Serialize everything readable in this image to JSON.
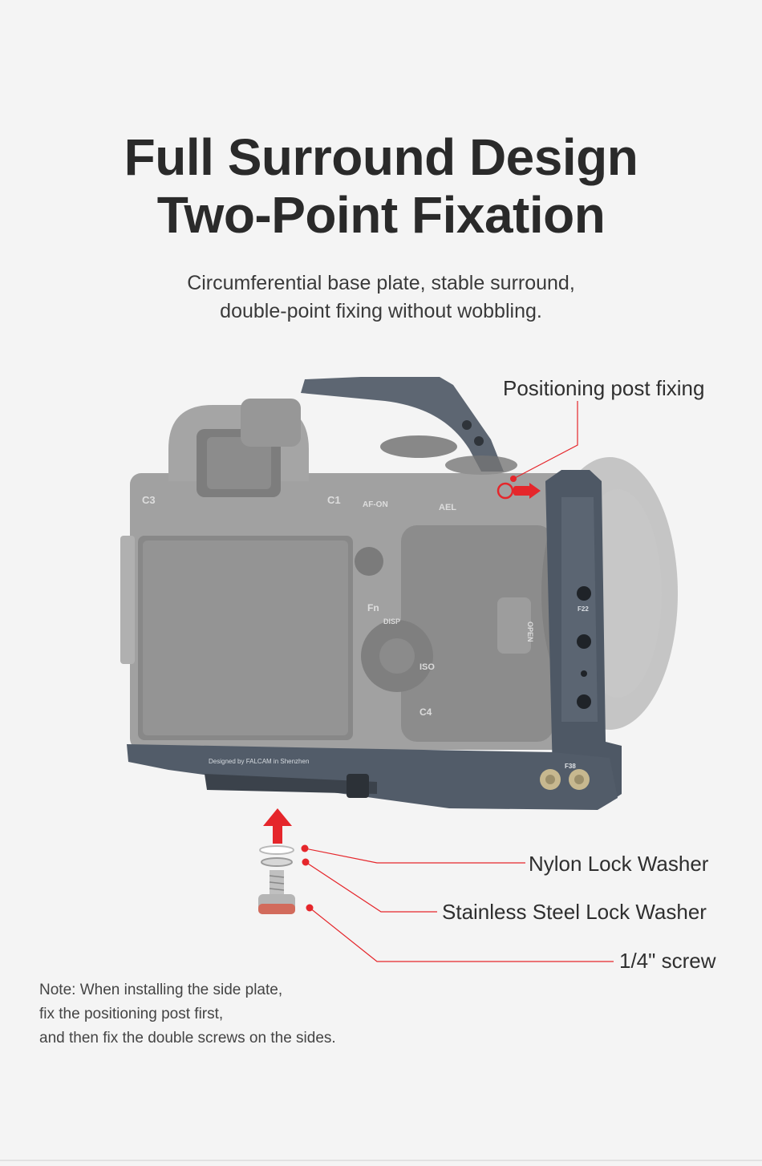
{
  "headline": {
    "line1": "Full Surround Design",
    "line2": "Two-Point Fixation"
  },
  "subheadline": {
    "line1": "Circumferential base plate, stable surround,",
    "line2": "double-point fixing without wobbling."
  },
  "callouts": {
    "positioning_post": "Positioning post fixing",
    "nylon_washer": "Nylon Lock Washer",
    "steel_washer": "Stainless Steel Lock Washer",
    "screw": "1/4\" screw"
  },
  "camera_labels": {
    "c3": "C3",
    "c1": "C1",
    "af_on": "AF-ON",
    "ael": "AEL",
    "fn": "Fn",
    "disp": "DISP",
    "iso": "ISO",
    "c4": "C4",
    "open": "OPEN",
    "f22": "F22",
    "f38": "F38",
    "plate_engraving": "Designed by FALCAM in Shenzhen"
  },
  "note": {
    "line1": "Note: When installing the side plate,",
    "line2": "fix the positioning post first,",
    "line3": "and then fix the double screws on the sides."
  },
  "colors": {
    "background": "#f4f4f4",
    "accent_red": "#e5262b",
    "cage_gray": "#4e5865",
    "camera_ghost": "#9a9a9a"
  }
}
